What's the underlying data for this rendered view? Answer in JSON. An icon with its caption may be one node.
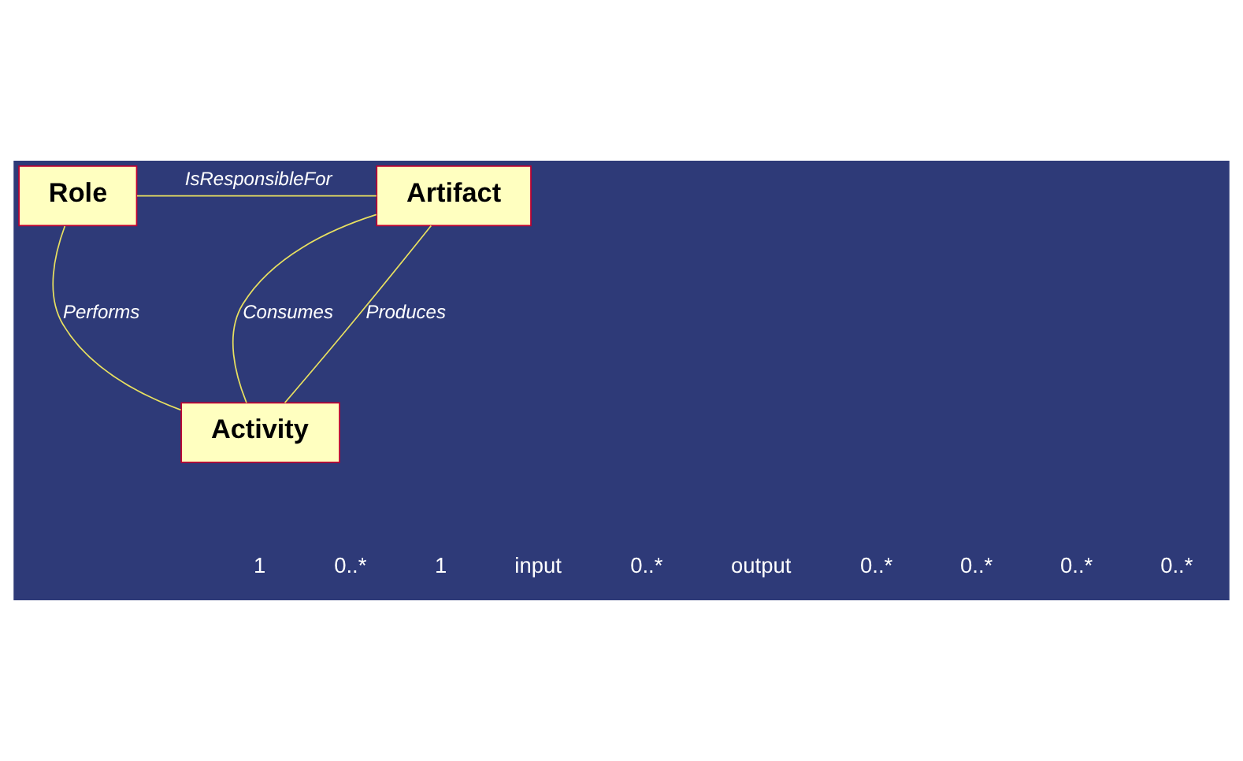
{
  "diagram": {
    "nodes": [
      {
        "text": [
          "Role"
        ]
      },
      {
        "text": [
          "Artifact"
        ]
      },
      {
        "text": [
          "Activity"
        ]
      }
    ],
    "edges": [
      {
        "from": 0,
        "to": 1,
        "arrow": "none",
        "label": "IsResponsibleFor"
      },
      {
        "from": 0,
        "to": 2,
        "arrow": "none",
        "label": "Performs"
      },
      {
        "from": 1,
        "to": 2,
        "arrow": "none",
        "label": "Consumes"
      },
      {
        "from": 1,
        "to": 2,
        "arrow": "none",
        "label": "Produces"
      }
    ],
    "labels": [
      "1",
      "0..*",
      "1",
      "input",
      "0..*",
      "output",
      "0..*",
      "0..*",
      "0..*",
      "0..*"
    ]
  }
}
